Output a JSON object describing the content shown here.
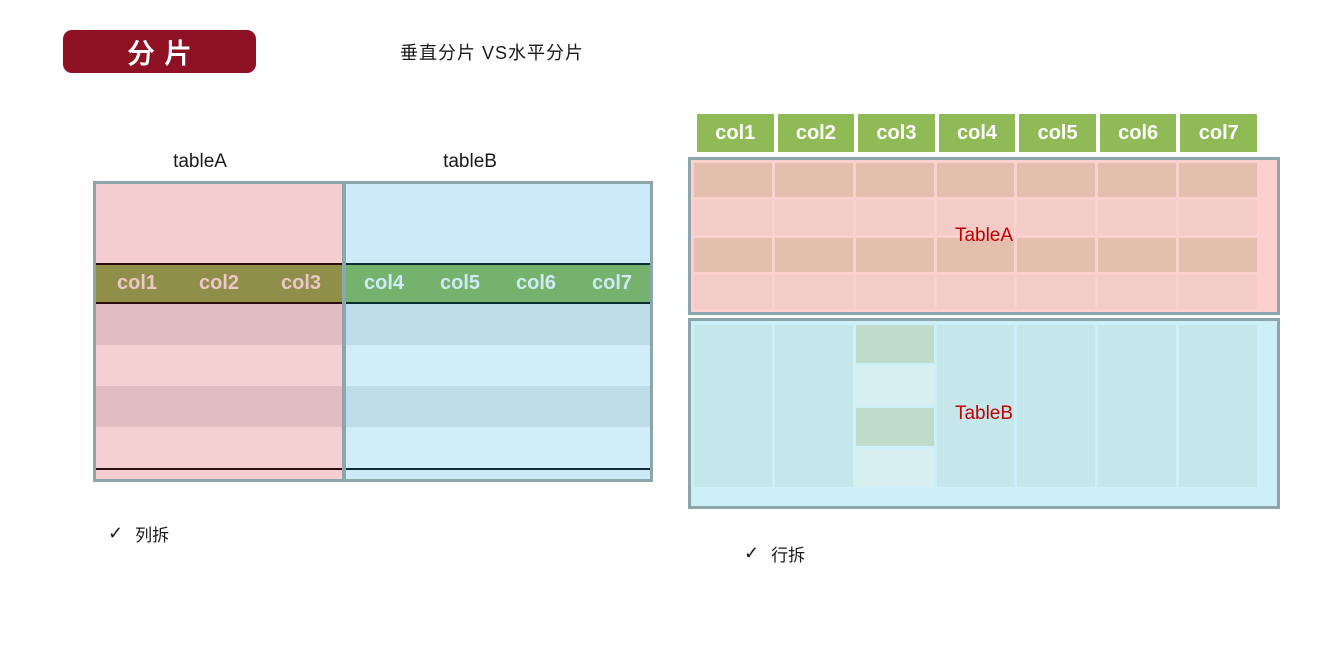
{
  "header": {
    "badge": "分片",
    "subtitle": "垂直分片 VS水平分片"
  },
  "left_diagram": {
    "table_a_label": "tableA",
    "table_b_label": "tableB",
    "table_a_columns": [
      "col1",
      "col2",
      "col3"
    ],
    "table_b_columns": [
      "col4",
      "col5",
      "col6",
      "col7"
    ],
    "caption_check": "✓",
    "caption": "列拆"
  },
  "right_diagram": {
    "header_columns": [
      "col1",
      "col2",
      "col3",
      "col4",
      "col5",
      "col6",
      "col7"
    ],
    "table_a": {
      "label": "TableA",
      "columns": 7,
      "rows": 4
    },
    "table_b": {
      "label": "TableB",
      "columns": 7,
      "highlight_column": 3,
      "highlight_cells": 4
    },
    "caption_check": "✓",
    "caption": "行拆"
  },
  "colors": {
    "badge_bg": "#8E1123",
    "text": "#1A1A1A",
    "border": "#8CA6AB",
    "line_dark_red": "#2B0D10",
    "line_dark_teal": "#0D2B33",
    "olive_header": "#8F8F4A",
    "olive_header_text": "#EEC6C9",
    "green_header": "#74B26E",
    "green_header_text": "#CFE9F6",
    "right_header_green": "#8FBA55",
    "pink_band": "#F4CED1",
    "pink_row_dark": "#DFBDC0",
    "pink_row_light": "#F3D1D3",
    "blue_band": "#CDEAF8",
    "blue_row_dark": "#BEDBE8",
    "blue_row_light": "#D2EDFA",
    "tablea_fill": "#FDD0D0",
    "tablea_cell_dark": "#E4BFAE",
    "tablea_cell_light": "#F4CCC7",
    "tableb_fill": "#CDEFF8",
    "tableb_col": "#C5E7EA",
    "tableb_cell_dark": "#BFDCCB",
    "tableb_cell_light": "#D7EFF1",
    "label_red": "#C00000"
  }
}
